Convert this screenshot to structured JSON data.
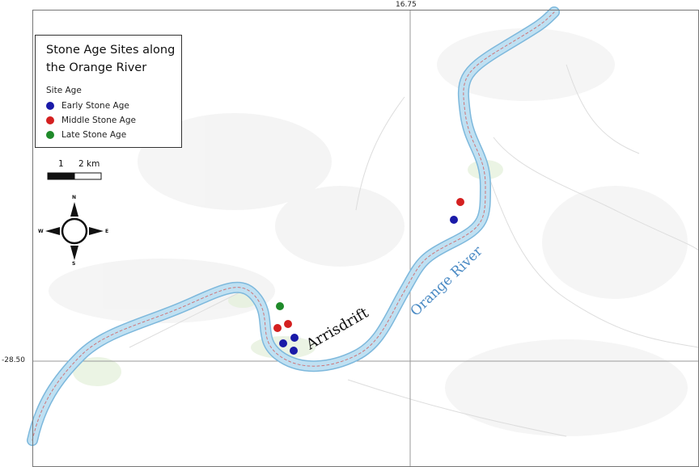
{
  "legend": {
    "title": "Stone Age Sites along the Orange River",
    "subtitle": "Site Age",
    "items": [
      {
        "label": "Early Stone Age",
        "color": "#1a1aa8"
      },
      {
        "label": "Middle Stone Age",
        "color": "#d42020"
      },
      {
        "label": "Late Stone Age",
        "color": "#1f8a2a"
      }
    ]
  },
  "scalebar": {
    "label_1": "1",
    "label_2": "2 km"
  },
  "compass": {
    "n": "N",
    "s": "S",
    "e": "E",
    "w": "W"
  },
  "coords": {
    "longitude": "16.75",
    "latitude": "-28.50"
  },
  "labels": {
    "river": "Orange River",
    "place": "Arrisdrift"
  },
  "colors": {
    "river": "#bfe0f2",
    "river_outline": "#7db8dc"
  }
}
